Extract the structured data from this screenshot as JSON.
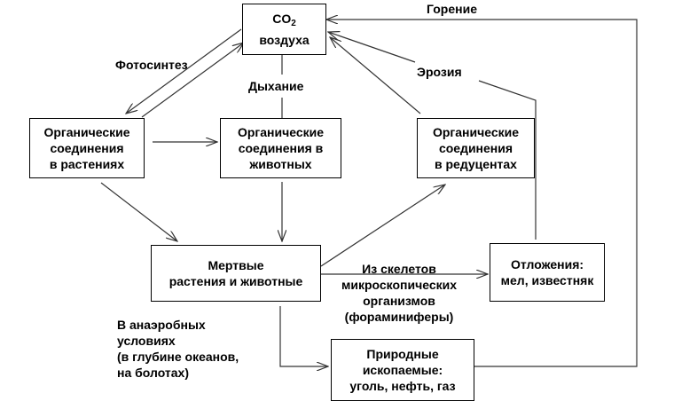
{
  "diagram": {
    "nodes": {
      "co2": {
        "main": "CO",
        "sub": "2",
        "line2": "воздуха"
      },
      "plants": "Органические\nсоединения\nв растениях",
      "animals": "Органические\nсоединения в\nживотных",
      "decomposers": "Органические\nсоединения\nв редуцентах",
      "dead": "Мертвые\nрастения и животные",
      "deposits": "Отложения:\nмел, известняк",
      "fossils": "Природные\nископаемые:\nуголь, нефть, газ"
    },
    "edge_labels": {
      "photosynthesis": "Фотосинтез",
      "respiration": "Дыхание",
      "combustion": "Горение",
      "erosion": "Эрозия",
      "skeletons": "Из скелетов\nмикроскопических\nорганизмов\n(фораминиферы)",
      "anaerobic": "В анаэробных\nусловиях\n(в глубине океанов,\nна болотах)"
    },
    "line_color": "#333333"
  }
}
